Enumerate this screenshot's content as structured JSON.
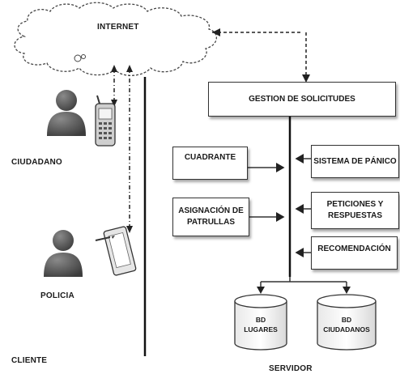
{
  "diagram": {
    "cloud_label": "INTERNET",
    "client_side": {
      "ciudadano_label": "CIUDADANO",
      "policia_label": "POLICIA",
      "footer_label": "CLIENTE"
    },
    "server_side": {
      "footer_label": "SERVIDOR",
      "top_box": "GESTION DE SOLICITUDES",
      "left_boxes": [
        "CUADRANTE",
        "ASIGNACIÓN DE\nPATRULLAS"
      ],
      "right_boxes": [
        "SISTEMA DE PÁNICO",
        "PETICIONES Y\nRESPUESTAS",
        "RECOMENDACIÓN"
      ],
      "databases": [
        "BD\nLUGARES",
        "BD\nCIUDADANOS"
      ]
    }
  }
}
